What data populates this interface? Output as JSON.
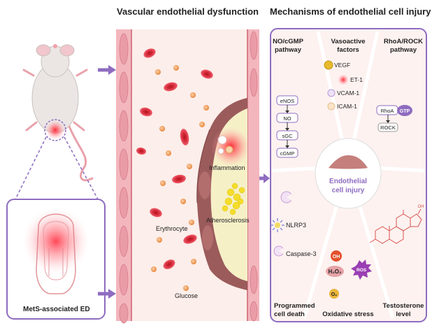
{
  "headings": {
    "vascular": "Vascular endothelial dysfunction",
    "mechanisms": "Mechanisms of endothelial cell injury"
  },
  "left": {
    "ed_label": "MetS-associated ED"
  },
  "vessel": {
    "inflammation": "Inflammation",
    "atherosclerosis": "Atherosclerosis",
    "erythrocyte": "Erythrocyte",
    "glucose": "Glucose"
  },
  "nocgmp": {
    "title_line1": "NO/cGMP",
    "title_line2": "pathway",
    "steps": [
      "eNOS",
      "NO",
      "sGC",
      "cGMP"
    ]
  },
  "vasoactive": {
    "title_line1": "Vasoactive",
    "title_line2": "factors",
    "items": [
      "VEGF",
      "ET-1",
      "VCAM-1",
      "ICAM-1"
    ]
  },
  "rhoa": {
    "title_line1": "RhoA/ROCK",
    "title_line2": "pathway",
    "rhoa": "RhoA",
    "gtp": "GTP",
    "rock": "ROCK"
  },
  "center": {
    "line1": "Endothelial",
    "line2": "cell injury"
  },
  "death": {
    "nlrp3": "NLRP3",
    "caspase": "Caspase-3",
    "title_line1": "Programmed",
    "title_line2": "cell death"
  },
  "oxidative": {
    "oh": "OH",
    "h2o2": "H₂O₂",
    "ros": "ROS",
    "o2": "O₂",
    "title": "Oxidative stress"
  },
  "testosterone": {
    "title_line1": "Testosterone",
    "title_line2": "level"
  },
  "colors": {
    "purple": "#8e6cc0",
    "vessel_pink": "#f3b6bd",
    "rbc_red": "#e23b4a",
    "glucose_orange": "#f2a15e",
    "plaque_brown": "#9b5b5b",
    "fat_yellow": "#f4dd2a"
  }
}
